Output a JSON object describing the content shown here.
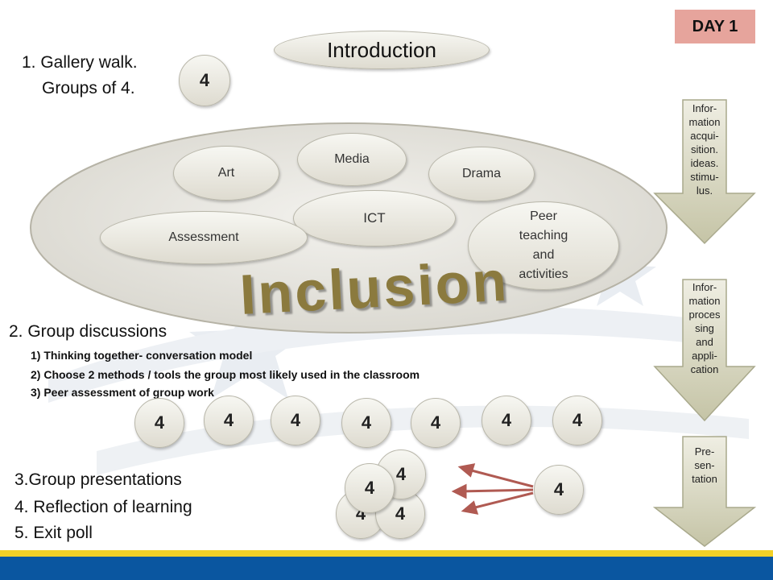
{
  "badge": {
    "day": "DAY 1"
  },
  "intro": {
    "label": "Introduction"
  },
  "steps": {
    "gallery_line1": "1. Gallery walk.",
    "gallery_line2": "Groups of 4.",
    "group_discussions": "2. Group discussions",
    "discussion_points": [
      "1) Thinking together- conversation model",
      "2) Choose  2 methods / tools the group most likely used in the classroom",
      "3) Peer assessment of group work"
    ],
    "presentations": "3.Group presentations",
    "reflection": "4. Reflection of learning",
    "exit_poll": "5. Exit poll"
  },
  "group_size": "4",
  "topics": {
    "media": "Media",
    "art": "Art",
    "drama": "Drama",
    "ict": "ICT",
    "assessment": "Assessment",
    "peer": [
      "Peer",
      "teaching",
      "and",
      "activities"
    ]
  },
  "inclusion": "Inclusion",
  "stages": [
    {
      "lines": [
        "Infor-",
        "mation",
        "acqui-",
        "sition.",
        "ideas.",
        "stimu-",
        "lus."
      ]
    },
    {
      "lines": [
        "Infor-",
        "mation",
        "proces",
        "sing",
        "and",
        "appli-",
        "cation"
      ]
    },
    {
      "lines": [
        "Pre-",
        "sen-",
        "tation"
      ]
    }
  ],
  "colors": {
    "badge": "#e6a49c",
    "footer_yellow": "#f2d027",
    "footer_blue": "#0a56a0",
    "inclusion_text": "#8b7a3e"
  }
}
